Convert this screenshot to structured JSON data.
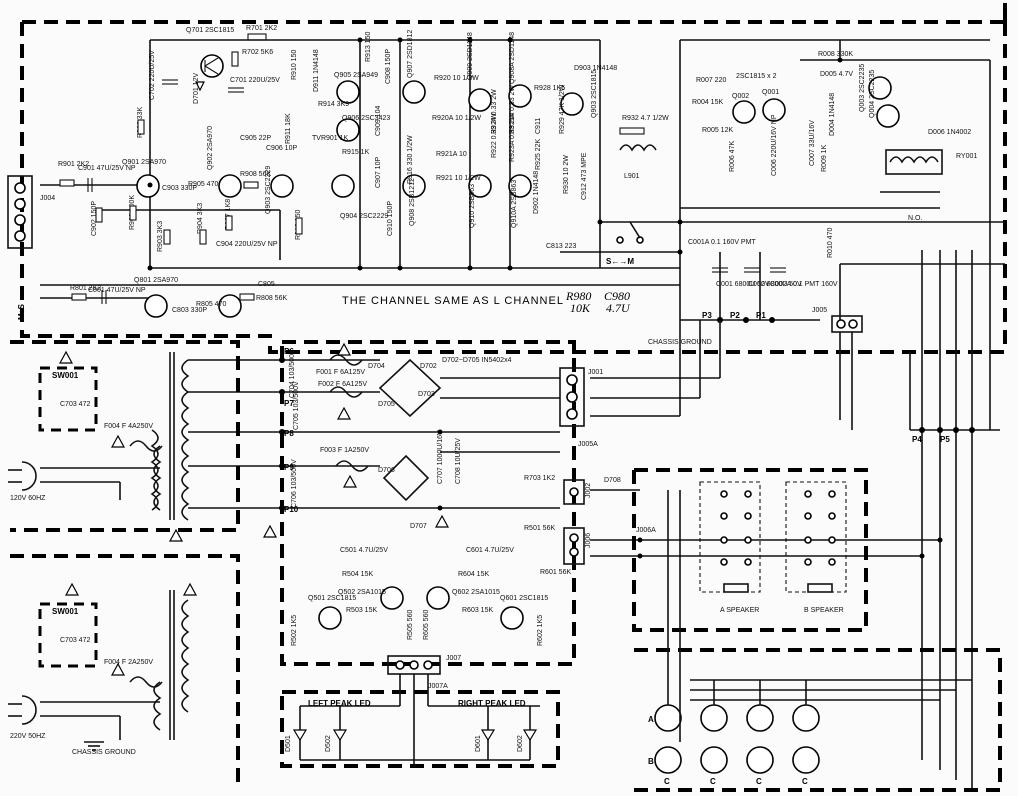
{
  "top_section": {
    "channel_note": "THE CHANNEL SAME AS L CHANNEL",
    "handwritten_r": "R980",
    "handwritten_r_val": "10K",
    "handwritten_c": "C980",
    "handwritten_c_val": "4.7U",
    "s_m_switch": "S←→M",
    "mvs": "M↕S",
    "input_jack": "J004",
    "speaker_relay_no": "N.O.",
    "relay": "RY001",
    "chassis_ground": "CHASSIS GROUND",
    "p_labels": [
      "P3",
      "P2",
      "P1",
      "P4",
      "P5"
    ],
    "connector_j005": "J005",
    "components": [
      {
        "ref": "Q701 2SC1815",
        "id": "q701"
      },
      {
        "ref": "R701 2K2",
        "id": "r701"
      },
      {
        "ref": "R702 5K6",
        "id": "r702"
      },
      {
        "ref": "C701 220U/25V",
        "id": "c701"
      },
      {
        "ref": "C702 220U/25V",
        "id": "c702"
      },
      {
        "ref": "D701 12V",
        "id": "d701"
      },
      {
        "ref": "R910 150",
        "id": "r910"
      },
      {
        "ref": "D911 1N4148",
        "id": "d911"
      },
      {
        "ref": "R913 150",
        "id": "r913"
      },
      {
        "ref": "R911 18K",
        "id": "r911"
      },
      {
        "ref": "Q905 2SA949",
        "id": "q905"
      },
      {
        "ref": "R914 3K9",
        "id": "r914"
      },
      {
        "ref": "Q906 2SC3423",
        "id": "q906"
      },
      {
        "ref": "TVR901 1K",
        "id": "tvr901"
      },
      {
        "ref": "R915 1K",
        "id": "r915"
      },
      {
        "ref": "C909 104",
        "id": "c909"
      },
      {
        "ref": "C908 150P",
        "id": "c908"
      },
      {
        "ref": "C907 10P",
        "id": "c907"
      },
      {
        "ref": "C910 150P",
        "id": "c910"
      },
      {
        "ref": "Q907 2SD1812",
        "id": "q907"
      },
      {
        "ref": "R920 10 1/2W",
        "id": "r920"
      },
      {
        "ref": "R920A 10 1/2W",
        "id": "r920a"
      },
      {
        "ref": "Q909 2SD1148",
        "id": "q909"
      },
      {
        "ref": "Q908A 2SD1148",
        "id": "q908a"
      },
      {
        "ref": "R928 1K5",
        "id": "r928"
      },
      {
        "ref": "D903 1N4148",
        "id": "d903"
      },
      {
        "ref": "Q903 2SC1815",
        "id": "q903"
      },
      {
        "ref": "R924 0.33 2W",
        "id": "r924"
      },
      {
        "ref": "R921A 0.33 2W",
        "id": "r921a"
      },
      {
        "ref": "R922 0.33 2W",
        "id": "r922"
      },
      {
        "ref": "R923A 0.33 2W",
        "id": "r923a"
      },
      {
        "ref": "R916 330 1/2W",
        "id": "r916"
      },
      {
        "ref": "R921 10 1/2W",
        "id": "r921"
      },
      {
        "ref": "R921A 10",
        "id": "r921a2"
      },
      {
        "ref": "Q908 2SB1212",
        "id": "q908"
      },
      {
        "ref": "Q910 2SB863",
        "id": "q910"
      },
      {
        "ref": "Q910A 2SB863",
        "id": "q910a"
      },
      {
        "ref": "R925 22K",
        "id": "r925"
      },
      {
        "ref": "R929 47K 1/2W",
        "id": "r929"
      },
      {
        "ref": "R932 4.7 1/2W",
        "id": "r932"
      },
      {
        "ref": "L901",
        "id": "l901"
      },
      {
        "ref": "R930 10 2W",
        "id": "r930"
      },
      {
        "ref": "C912 473 MPE",
        "id": "c912"
      },
      {
        "ref": "D902 1N4148",
        "id": "d902"
      },
      {
        "ref": "C911",
        "id": "c911"
      },
      {
        "ref": "C813 223",
        "id": "c813"
      },
      {
        "ref": "R901 2K2",
        "id": "r901"
      },
      {
        "ref": "C901 47U/25V NP",
        "id": "c901"
      },
      {
        "ref": "Q901 2SA970",
        "id": "q901"
      },
      {
        "ref": "C902 150P",
        "id": "c902"
      },
      {
        "ref": "R902 100K",
        "id": "r902"
      },
      {
        "ref": "R903 3K3",
        "id": "r903"
      },
      {
        "ref": "C903 330P",
        "id": "c903"
      },
      {
        "ref": "R905 470",
        "id": "r905"
      },
      {
        "ref": "Q902 2SA970",
        "id": "q902"
      },
      {
        "ref": "R904 3K3",
        "id": "r904"
      },
      {
        "ref": "R907 1K8",
        "id": "r907"
      },
      {
        "ref": "C905 22P",
        "id": "c905"
      },
      {
        "ref": "C906 10P",
        "id": "c906"
      },
      {
        "ref": "R908 56K",
        "id": "r908"
      },
      {
        "ref": "Q903 2SC2229",
        "id": "q903b"
      },
      {
        "ref": "Q904 2SC2229",
        "id": "q904"
      },
      {
        "ref": "R912 150",
        "id": "r912"
      },
      {
        "ref": "C904 220U/25V NP",
        "id": "c904"
      },
      {
        "ref": "R906 33K",
        "id": "r906"
      },
      {
        "ref": "R801 2K2",
        "id": "r801"
      },
      {
        "ref": "C801 47U/25V NP",
        "id": "c801"
      },
      {
        "ref": "Q801 2SA970",
        "id": "q801"
      },
      {
        "ref": "C803 330P",
        "id": "c803"
      },
      {
        "ref": "R805 470",
        "id": "r805"
      },
      {
        "ref": "C805",
        "id": "c805"
      },
      {
        "ref": "R808 56K",
        "id": "r808"
      },
      {
        "ref": "R007 220",
        "id": "r007"
      },
      {
        "ref": "2SC1815 x 2",
        "id": "q_pair"
      },
      {
        "ref": "R008 330K",
        "id": "r008"
      },
      {
        "ref": "D005 4.7V",
        "id": "d005"
      },
      {
        "ref": "Q003 2SC2235",
        "id": "q003"
      },
      {
        "ref": "Q004 2SC2235",
        "id": "q004"
      },
      {
        "ref": "R004 15K",
        "id": "r004"
      },
      {
        "ref": "Q002",
        "id": "q002"
      },
      {
        "ref": "Q001",
        "id": "q001"
      },
      {
        "ref": "R005 12K",
        "id": "r005"
      },
      {
        "ref": "R006 47K",
        "id": "r006"
      },
      {
        "ref": "C006 220U/16V NP",
        "id": "c006"
      },
      {
        "ref": "C007 33U/16V",
        "id": "c007"
      },
      {
        "ref": "R009 1K",
        "id": "r009"
      },
      {
        "ref": "D004 1N4148",
        "id": "d004"
      },
      {
        "ref": "D006 1N4002",
        "id": "d006"
      },
      {
        "ref": "C001A 0.1 160V PMT",
        "id": "c001a"
      },
      {
        "ref": "C001 6800U 50V",
        "id": "c001"
      },
      {
        "ref": "C002 6800U 50V",
        "id": "c002"
      },
      {
        "ref": "C002A 0.1 PMT 160V",
        "id": "c002a"
      },
      {
        "ref": "R010 470",
        "id": "r010"
      }
    ]
  },
  "power_section": {
    "rectifier_note": "D702~D705 IN5402x4",
    "fuses": [
      "F001 F 6A125V",
      "F002 F 6A125V",
      "F003 F 1A250V"
    ],
    "caps": [
      "C704 103/500V",
      "C705 103/500V",
      "C706 103/500V",
      "C707 1000U/16V",
      "C708 10U/25V"
    ],
    "diodes": [
      "D704",
      "D702",
      "D705",
      "D703",
      "D706",
      "D707"
    ],
    "p_points": [
      "P6",
      "P7",
      "P8",
      "P9",
      "P10"
    ],
    "connectors": [
      "J001",
      "J005A",
      "J002",
      "J003",
      "J006A",
      "J006"
    ],
    "r703": "R703 1K2",
    "d708": "D708",
    "r501": "R501 56K",
    "r601": "R601 56K"
  },
  "peak_section": {
    "c501": "C501 4.7U/25V",
    "c601": "C601 4.7U/25V",
    "r504": "R504 15K",
    "r604": "R604 15K",
    "q502": "Q502 2SA1015",
    "q602": "Q602 2SA1015",
    "q501": "Q501 2SC1815",
    "q601": "Q601 2SC1815",
    "r503": "R503 15K",
    "r603": "R603 15K",
    "r502": "R502 1K5",
    "r505": "R505 560",
    "r605": "R605 560",
    "r602": "R602 1K5",
    "j007": "J007",
    "j007a": "J007A",
    "left_peak": "LEFT PEAK LED",
    "right_peak": "RIGHT PEAK LED",
    "leds": [
      "D501",
      "D502",
      "D601",
      "D602"
    ]
  },
  "speaker_section": {
    "a_speaker": "A SPEAKER",
    "b_speaker": "B SPEAKER",
    "terminal_labels": [
      "A",
      "B",
      "C",
      "C",
      "C",
      "C"
    ]
  },
  "mains_120": {
    "sw": "SW001",
    "cap": "C703 472",
    "fuse": "F004 F 4A250V",
    "voltage": "120V 60HZ"
  },
  "mains_220": {
    "sw": "SW001",
    "cap": "C703 472",
    "fuse": "F004 F 2A250V",
    "voltage": "220V 50HZ",
    "ground": "CHASSIS GROUND"
  }
}
